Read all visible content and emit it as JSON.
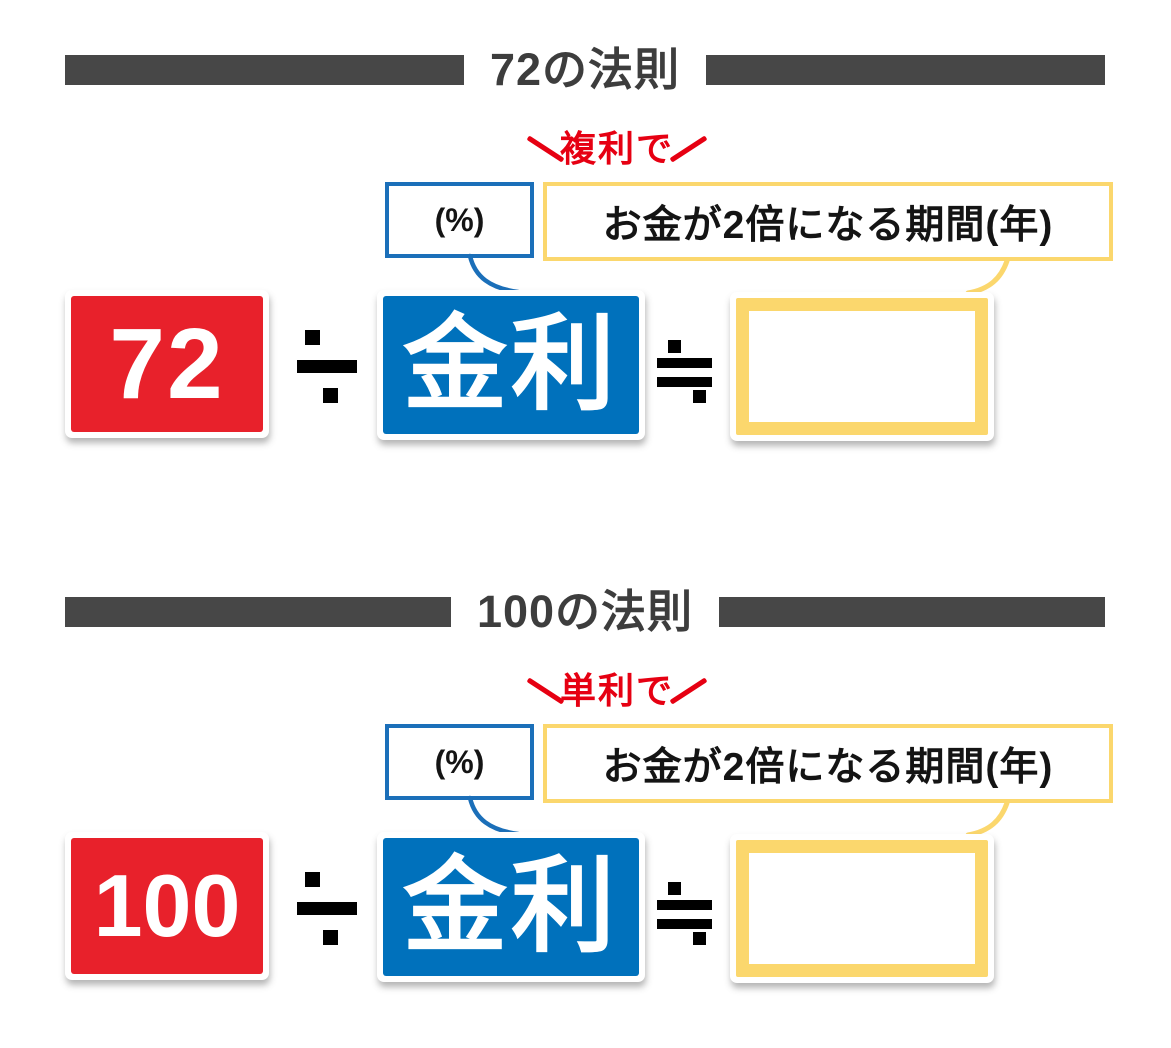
{
  "colors": {
    "header_bar": "#474747",
    "header_text": "#3d3d3d",
    "accent_red": "#e60012",
    "box_red": "#e8212b",
    "box_blue": "#0071bc",
    "callout_blue_border": "#1b6fb9",
    "callout_yellow_border": "#fbd76d",
    "text_black": "#141414"
  },
  "sections": [
    {
      "title": "72の法則",
      "catchphrase": "複利で",
      "unit_label": "(%)",
      "result_label": "お金が2倍になる期間(年)",
      "dividend": "72",
      "divisor": "金利",
      "operator_divide": "÷",
      "operator_approx": "≒",
      "result_value": ""
    },
    {
      "title": "100の法則",
      "catchphrase": "単利で",
      "unit_label": "(%)",
      "result_label": "お金が2倍になる期間(年)",
      "dividend": "100",
      "divisor": "金利",
      "operator_divide": "÷",
      "operator_approx": "≒",
      "result_value": ""
    }
  ]
}
